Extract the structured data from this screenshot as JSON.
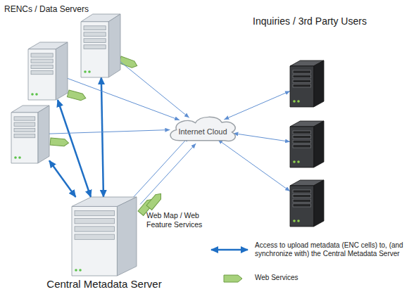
{
  "diagram": {
    "nodes": [
      {
        "text": []
      },
      {
        "text": []
      },
      {
        "text": []
      },
      {
        "text": [
          "Internet Cloud"
        ]
      },
      {
        "text": []
      },
      {
        "text": []
      },
      {
        "text": []
      },
      {
        "text": [
          "Central Metadata Server"
        ]
      }
    ],
    "edges": [
      {
        "from": 0,
        "to": 7,
        "arrow": "both"
      },
      {
        "from": 1,
        "to": 7,
        "arrow": "both"
      },
      {
        "from": 2,
        "to": 7,
        "arrow": "both"
      },
      {
        "from": 0,
        "to": 3,
        "arrow": "to"
      },
      {
        "from": 1,
        "to": 3,
        "arrow": "to"
      },
      {
        "from": 2,
        "to": 3,
        "arrow": "to"
      },
      {
        "from": 7,
        "to": 3,
        "arrow": "to"
      },
      {
        "from": 7,
        "to": 3,
        "arrow": "to"
      },
      {
        "from": 3,
        "to": 4,
        "arrow": "both"
      },
      {
        "from": 3,
        "to": 5,
        "arrow": "both"
      },
      {
        "from": 3,
        "to": 6,
        "arrow": "both"
      }
    ],
    "labels": [
      "RENCs / Data Servers",
      "Inquiries / 3rd Party Users",
      "Web Map / Web Feature Services"
    ],
    "legend": [
      {
        "text": "Access to upload metadata (ENC cells) to, (and synchronize with) the Central Metadata Server"
      },
      {
        "text": "Web Services"
      }
    ]
  }
}
